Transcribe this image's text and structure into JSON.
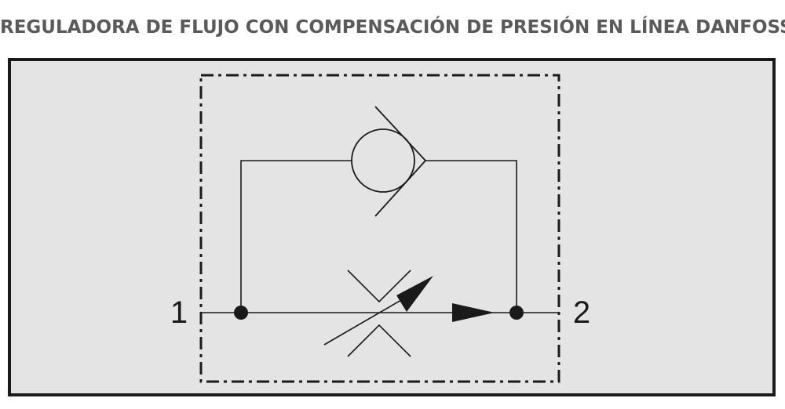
{
  "title": "REGULADORA DE FLUJO CON COMPENSACIÓN DE PRESIÓN EN LÍNEA DANFOSS",
  "ports": {
    "inlet_label": "1",
    "outlet_label": "2"
  },
  "colors": {
    "background_panel": "#e4e4e4",
    "panel_border": "#1a1a1a",
    "symbol_stroke": "#1a1a1a",
    "title_text": "#5a5a5a"
  },
  "symbols": {
    "check_valve": "check-valve-icon",
    "adjustable_throttle": "adjustable-throttle-icon",
    "flow_direction_arrow": "flow-direction-arrow-icon",
    "junction_dot": "junction-dot-icon"
  }
}
